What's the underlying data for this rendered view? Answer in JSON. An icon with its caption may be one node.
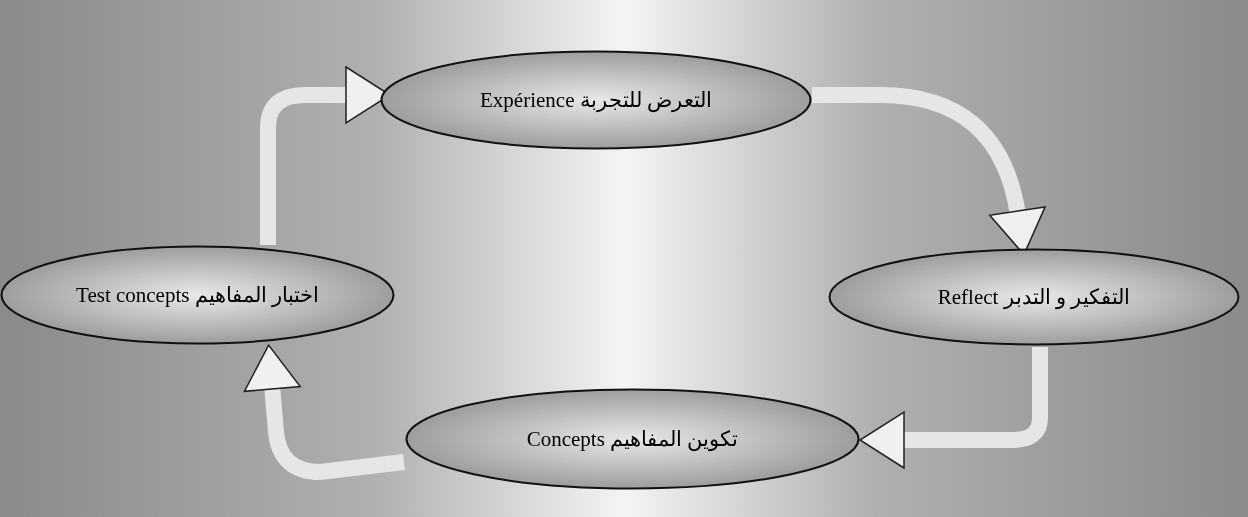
{
  "diagram": {
    "nodes": [
      {
        "text": [
          "التعرض للتجربة Expérience"
        ]
      },
      {
        "text": [
          "التفكير و التدبر Reflect"
        ]
      },
      {
        "text": [
          "تكوين المفاهيم Concepts"
        ]
      },
      {
        "text": [
          "اختبار المفاهيم Test concepts"
        ]
      }
    ],
    "edges": [
      {
        "from": 3,
        "to": 0,
        "arrow": "to"
      },
      {
        "from": 0,
        "to": 1,
        "arrow": "to"
      },
      {
        "from": 1,
        "to": 2,
        "arrow": "to"
      },
      {
        "from": 2,
        "to": 3,
        "arrow": "to"
      }
    ]
  }
}
